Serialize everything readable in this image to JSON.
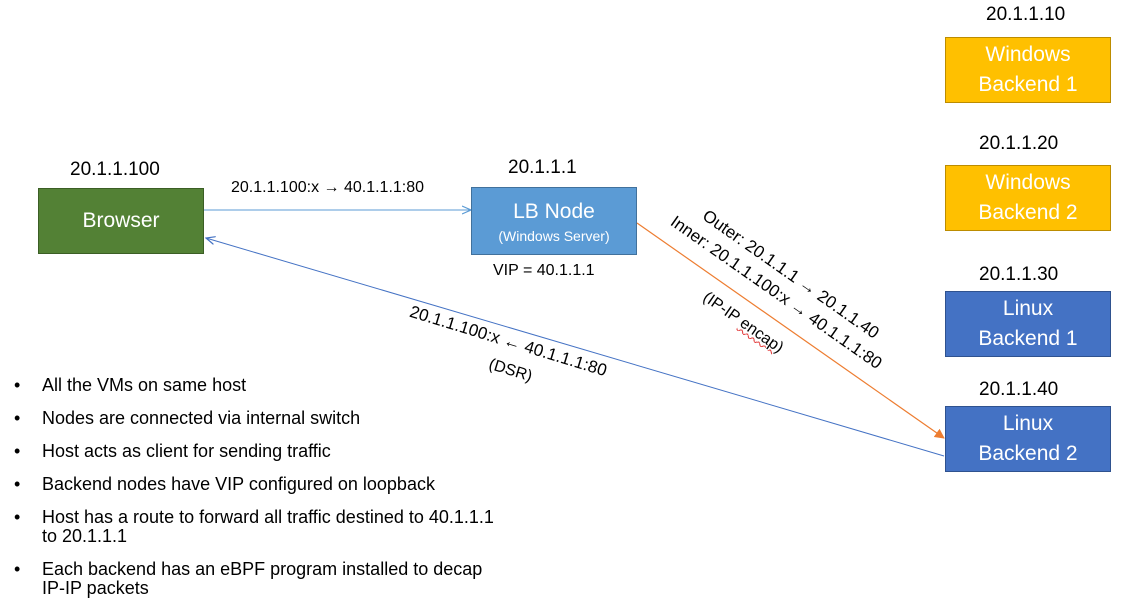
{
  "browser": {
    "ip": "20.1.1.100",
    "label": "Browser"
  },
  "lb_node": {
    "ip": "20.1.1.1",
    "label": "LB Node",
    "sublabel": "(Windows Server)",
    "vip": "VIP = 40.1.1.1"
  },
  "backends": [
    {
      "ip": "20.1.1.10",
      "line1": "Windows",
      "line2": "Backend 1"
    },
    {
      "ip": "20.1.1.20",
      "line1": "Windows",
      "line2": "Backend 2"
    },
    {
      "ip": "20.1.1.30",
      "line1": "Linux",
      "line2": "Backend 1"
    },
    {
      "ip": "20.1.1.40",
      "line1": "Linux",
      "line2": "Backend 2"
    }
  ],
  "flows": {
    "request": "20.1.1.100:x → 40.1.1.1:80",
    "return_label": "20.1.1.100:x ← 40.1.1.1:80",
    "return_note": "(DSR)",
    "outer": "Outer: 20.1.1.1 → 20.1.1.40",
    "inner": "Inner: 20.1.1.100:x → 40.1.1.1:80",
    "encap_open": "(IP-IP ",
    "encap_word": "encap",
    "encap_close": ")"
  },
  "colors": {
    "browser": "#538135",
    "lb_node": "#5b9bd5",
    "windows_backend": "#ffc000",
    "linux_backend": "#4472c4",
    "request_arrow": "#5b9bd5",
    "encap_arrow": "#ed7d31",
    "return_arrow": "#4472c4"
  },
  "notes": [
    "All the VMs on same host",
    "Nodes are connected via internal switch",
    "Host acts as client for sending traffic",
    "Backend nodes have VIP configured on loopback",
    "Host has a route to forward all traffic destined to 40.1.1.1 to 20.1.1.1",
    "Each backend has an eBPF program installed to decap IP-IP packets"
  ]
}
